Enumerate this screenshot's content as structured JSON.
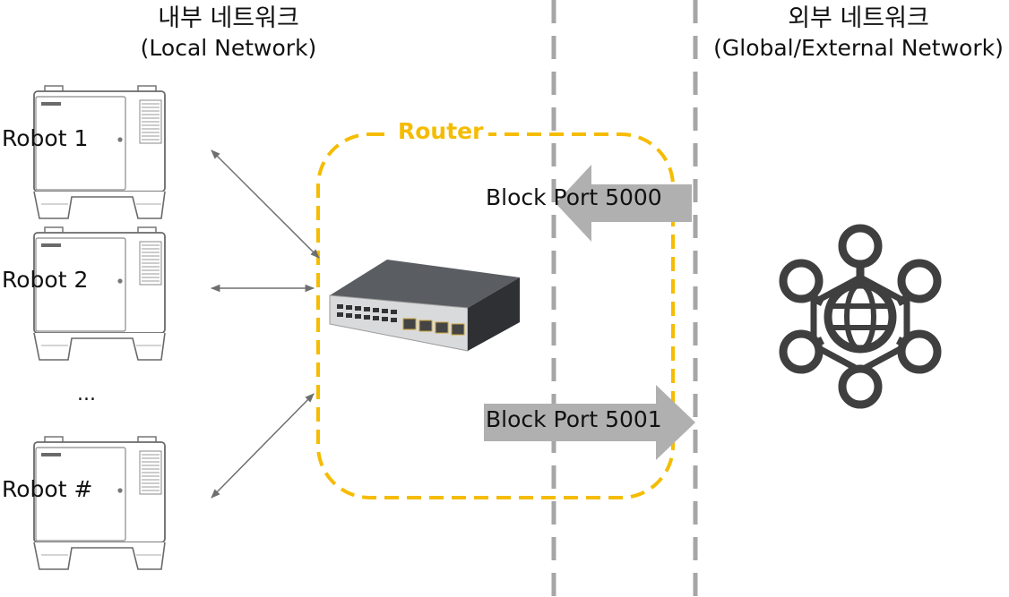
{
  "headers": {
    "local": {
      "korean": "내부 네트워크",
      "english": "(Local Network)"
    },
    "external": {
      "korean": "외부 네트워크",
      "english": "(Global/External Network)"
    }
  },
  "robots": [
    {
      "label": "Robot 1"
    },
    {
      "label": "Robot 2"
    },
    {
      "label": "Robot #"
    }
  ],
  "ellipsis": "...",
  "router": {
    "label": "Router"
  },
  "ports": {
    "inbound": {
      "label": "Block Port 5000"
    },
    "outbound": {
      "label": "Block Port 5001"
    }
  },
  "colors": {
    "router_border": "#f5bc00",
    "firewall_lines": "#a6a6a6",
    "port_arrows": "#b0b0b0",
    "connectors": "#6e6e6e",
    "network_icon": "#3f3f3f"
  },
  "icons": {
    "robot_cabinet": "robot-cabinet-icon",
    "switch": "network-switch-icon",
    "external": "global-network-icon"
  }
}
